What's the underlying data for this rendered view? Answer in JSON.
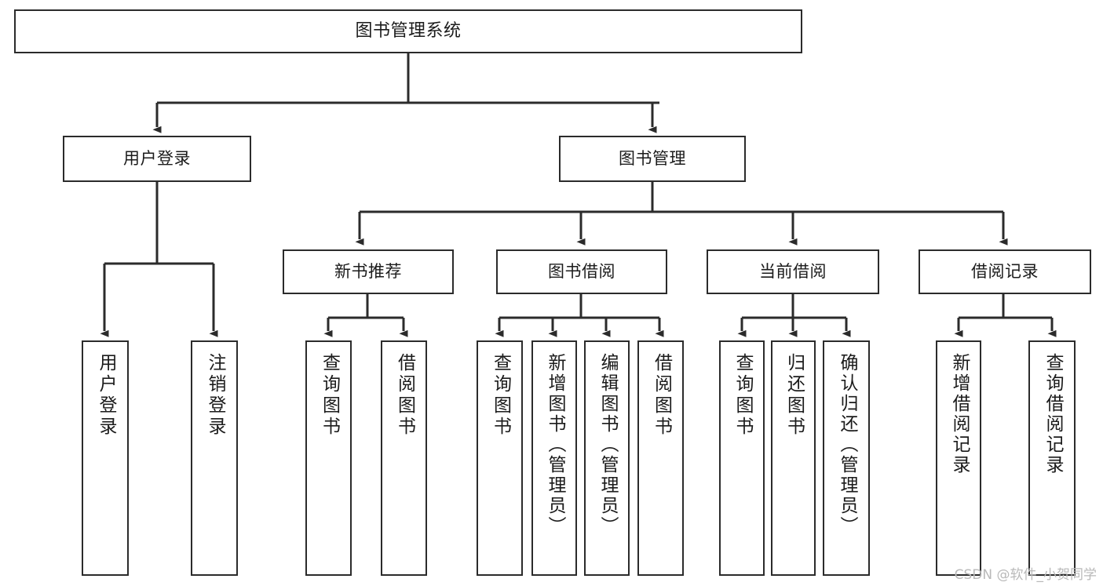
{
  "diagram": {
    "title": "图书管理系统",
    "type": "tree-hierarchy-chart",
    "watermark": "CSDN @软件_小贺同学",
    "colors": {
      "stroke": "#2b2b2b",
      "fill": "#ffffff",
      "text": "#1b1b1b",
      "watermark": "#b9b9b9"
    },
    "root": {
      "label": "图书管理系统"
    },
    "level1": [
      {
        "label": "用户登录"
      },
      {
        "label": "图书管理"
      }
    ],
    "level2": [
      {
        "label": "新书推荐"
      },
      {
        "label": "图书借阅"
      },
      {
        "label": "当前借阅"
      },
      {
        "label": "借阅记录"
      }
    ],
    "leaves": {
      "user_login": [
        {
          "label": "用户登录"
        },
        {
          "label": "注销登录"
        }
      ],
      "new_book_recommend": [
        {
          "label": "查询图书"
        },
        {
          "label": "借阅图书"
        }
      ],
      "book_borrow": [
        {
          "label": "查询图书"
        },
        {
          "label": "新增图书（管理员）"
        },
        {
          "label": "编辑图书（管理员）"
        },
        {
          "label": "借阅图书"
        }
      ],
      "current_borrow": [
        {
          "label": "查询图书"
        },
        {
          "label": "归还图书"
        },
        {
          "label": "确认归还（管理员）"
        }
      ],
      "borrow_record": [
        {
          "label": "新增借阅记录"
        },
        {
          "label": "查询借阅记录"
        }
      ]
    }
  }
}
